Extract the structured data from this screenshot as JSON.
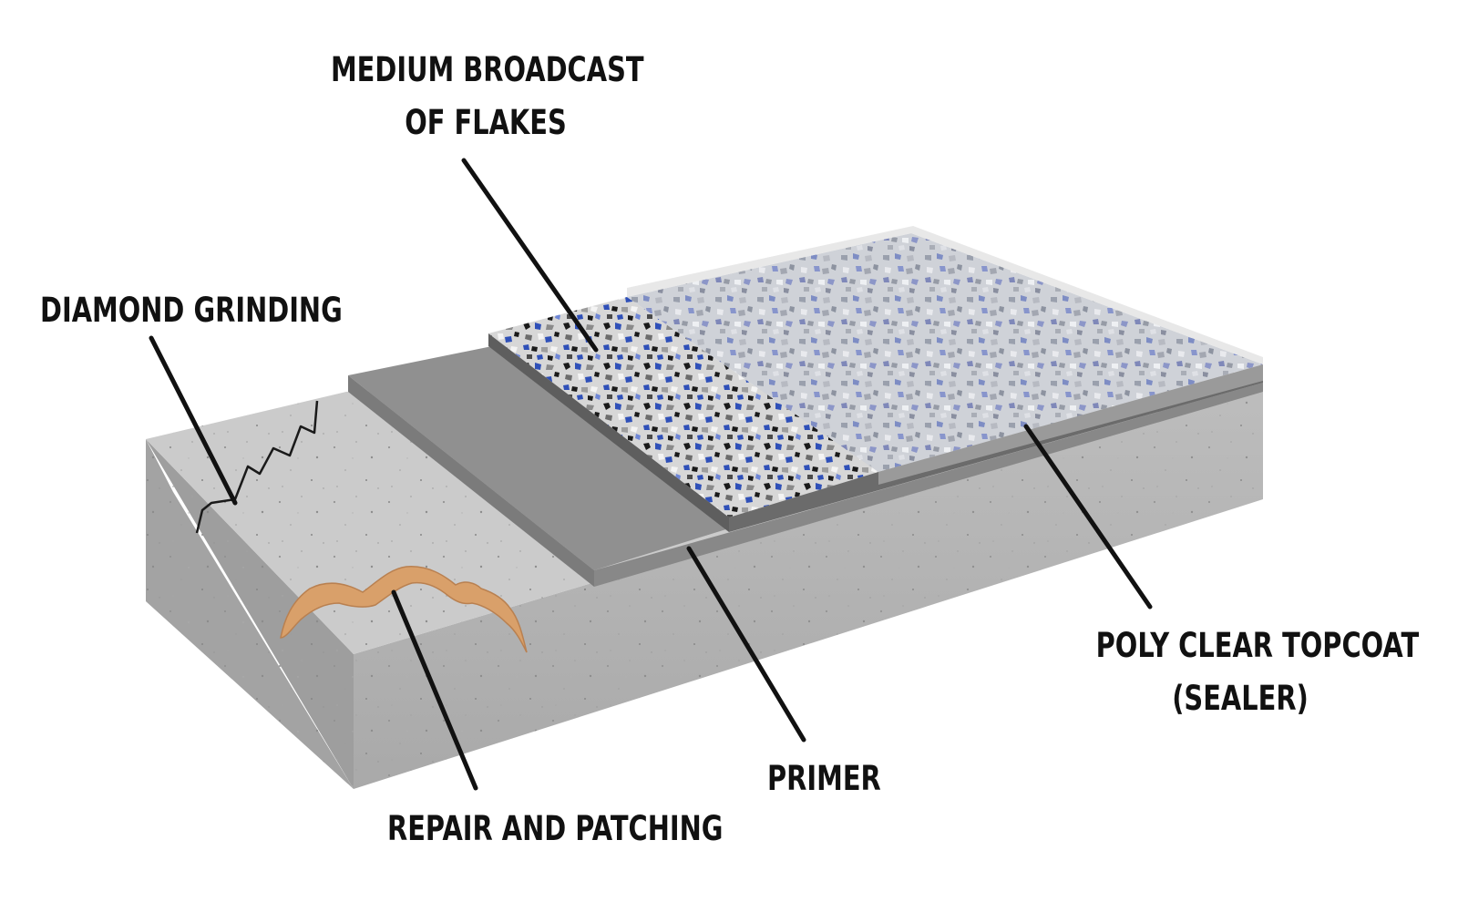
{
  "labels": {
    "medium_broadcast": [
      "MEDIUM BROADCAST",
      "OF FLAKES"
    ],
    "diamond_grinding": "DIAMOND GRINDING",
    "poly_clear_topcoat": [
      "POLY CLEAR TOPCOAT",
      "(SEALER)"
    ],
    "primer": "PRIMER",
    "repair_patching": "REPAIR AND PATCHING"
  },
  "colors": {
    "concrete_top": "#c9c9c9",
    "concrete_front": "#b3b3b3",
    "concrete_side": "#9c9c9c",
    "primer_top": "#8f8f8f",
    "primer_edge": "#7a7a7a",
    "flake_black": "#1a1a1a",
    "flake_blue": "#2f50b8",
    "flake_white": "#f2f2f2",
    "flake_gray": "#8a8a8a",
    "topcoat_tint": "#e4e7ee",
    "patch": "#d9a06a",
    "leader": "#111111"
  }
}
